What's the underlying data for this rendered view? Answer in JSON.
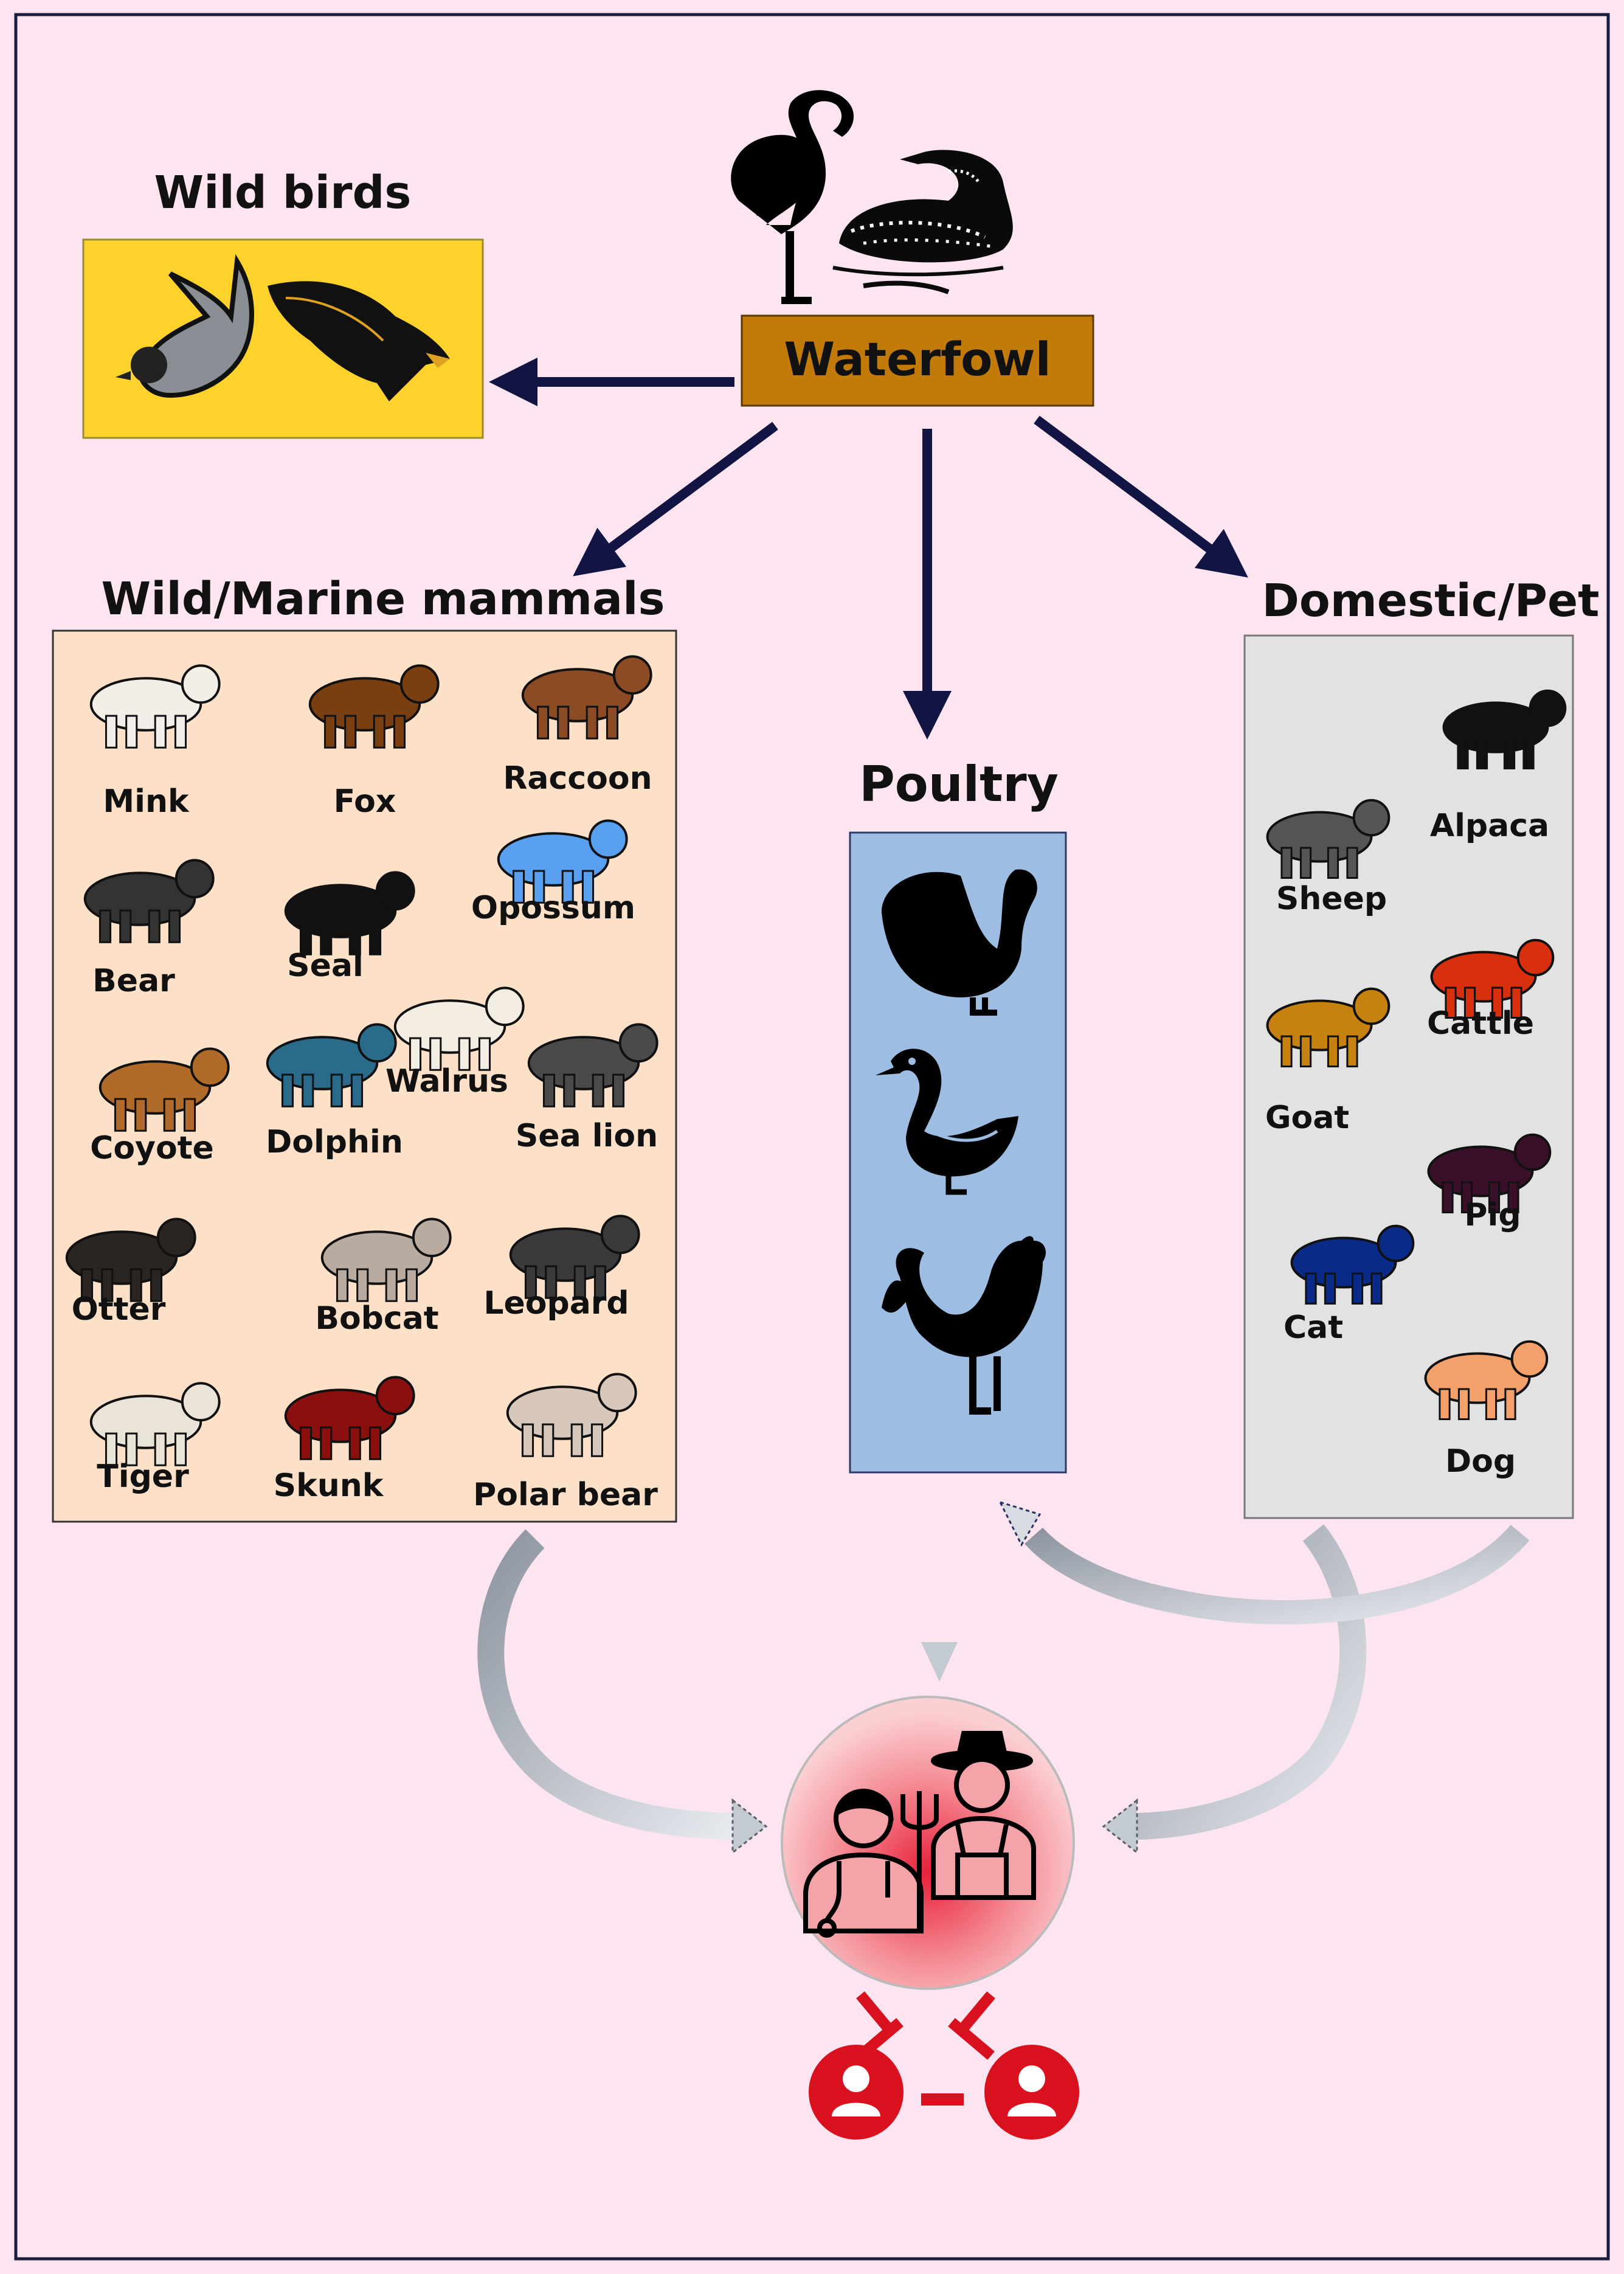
{
  "colors": {
    "background": "#fce4f0",
    "frame": "#1b1b3a",
    "arrow_dark": "#121444",
    "arrow_light": "#c4cad2",
    "wild_birds_box": "#fdd22b",
    "waterfowl_box": "#c27a08",
    "mammals_box": "#fde0c8",
    "poultry_box": "#9dbde3",
    "domestic_box": "#e2e2e2",
    "human_circle": "#f4a3a8",
    "transmission_icon": "#d9101e"
  },
  "nodes": {
    "waterfowl": {
      "label": "Waterfowl",
      "icons": [
        "flamingo-icon",
        "loon-icon"
      ]
    },
    "wild_birds": {
      "title": "Wild birds",
      "icons": [
        "duck-flying-icon",
        "eagle-icon"
      ]
    },
    "mammals": {
      "title": "Wild/Marine mammals",
      "animals": [
        {
          "name": "Mink",
          "icon": "mink-icon",
          "color": "#f2efe8"
        },
        {
          "name": "Fox",
          "icon": "fox-icon",
          "color": "#7a3f10"
        },
        {
          "name": "Raccoon",
          "icon": "raccoon-icon",
          "color": "#8a4b25"
        },
        {
          "name": "Opossum",
          "icon": "opossum-icon",
          "color": "#5aa0f0"
        },
        {
          "name": "Bear",
          "icon": "bear-icon",
          "color": "#333333"
        },
        {
          "name": "Seal",
          "icon": "seal-icon",
          "color": "#111111"
        },
        {
          "name": "Walrus",
          "icon": "walrus-icon",
          "color": "#f3ede4"
        },
        {
          "name": "Sea lion",
          "icon": "sea-lion-icon",
          "color": "#4a4a4a"
        },
        {
          "name": "Coyote",
          "icon": "coyote-icon",
          "color": "#b06a2a"
        },
        {
          "name": "Dolphin",
          "icon": "dolphin-icon",
          "color": "#2a6a8a"
        },
        {
          "name": "Otter",
          "icon": "otter-icon",
          "color": "#2a2520"
        },
        {
          "name": "Bobcat",
          "icon": "bobcat-icon",
          "color": "#b9aba0"
        },
        {
          "name": "Leopard",
          "icon": "leopard-icon",
          "color": "#3a3a3a"
        },
        {
          "name": "Tiger",
          "icon": "tiger-icon",
          "color": "#e9e3d8"
        },
        {
          "name": "Skunk",
          "icon": "skunk-icon",
          "color": "#8a1010"
        },
        {
          "name": "Polar bear",
          "icon": "polar-bear-icon",
          "color": "#d8c8bc"
        }
      ]
    },
    "poultry": {
      "title": "Poultry",
      "icons": [
        "turkey-icon",
        "duck-icon",
        "chicken-icon"
      ]
    },
    "domestic": {
      "title": "Domestic/Pet",
      "animals": [
        {
          "name": "Alpaca",
          "icon": "alpaca-icon",
          "color": "#111111"
        },
        {
          "name": "Sheep",
          "icon": "sheep-icon",
          "color": "#555555"
        },
        {
          "name": "Cattle",
          "icon": "cattle-icon",
          "color": "#d8300e"
        },
        {
          "name": "Goat",
          "icon": "goat-icon",
          "color": "#c5820e"
        },
        {
          "name": "Pig",
          "icon": "pig-icon",
          "color": "#3a1028"
        },
        {
          "name": "Cat",
          "icon": "cat-icon",
          "color": "#0a2a88"
        },
        {
          "name": "Dog",
          "icon": "dog-icon",
          "color": "#f4a06a"
        }
      ]
    },
    "humans": {
      "icons": [
        "doctor-icon",
        "farmer-icon",
        "pitchfork-icon"
      ]
    },
    "transmission": {
      "icons": [
        "person-icon",
        "person-icon"
      ]
    }
  }
}
